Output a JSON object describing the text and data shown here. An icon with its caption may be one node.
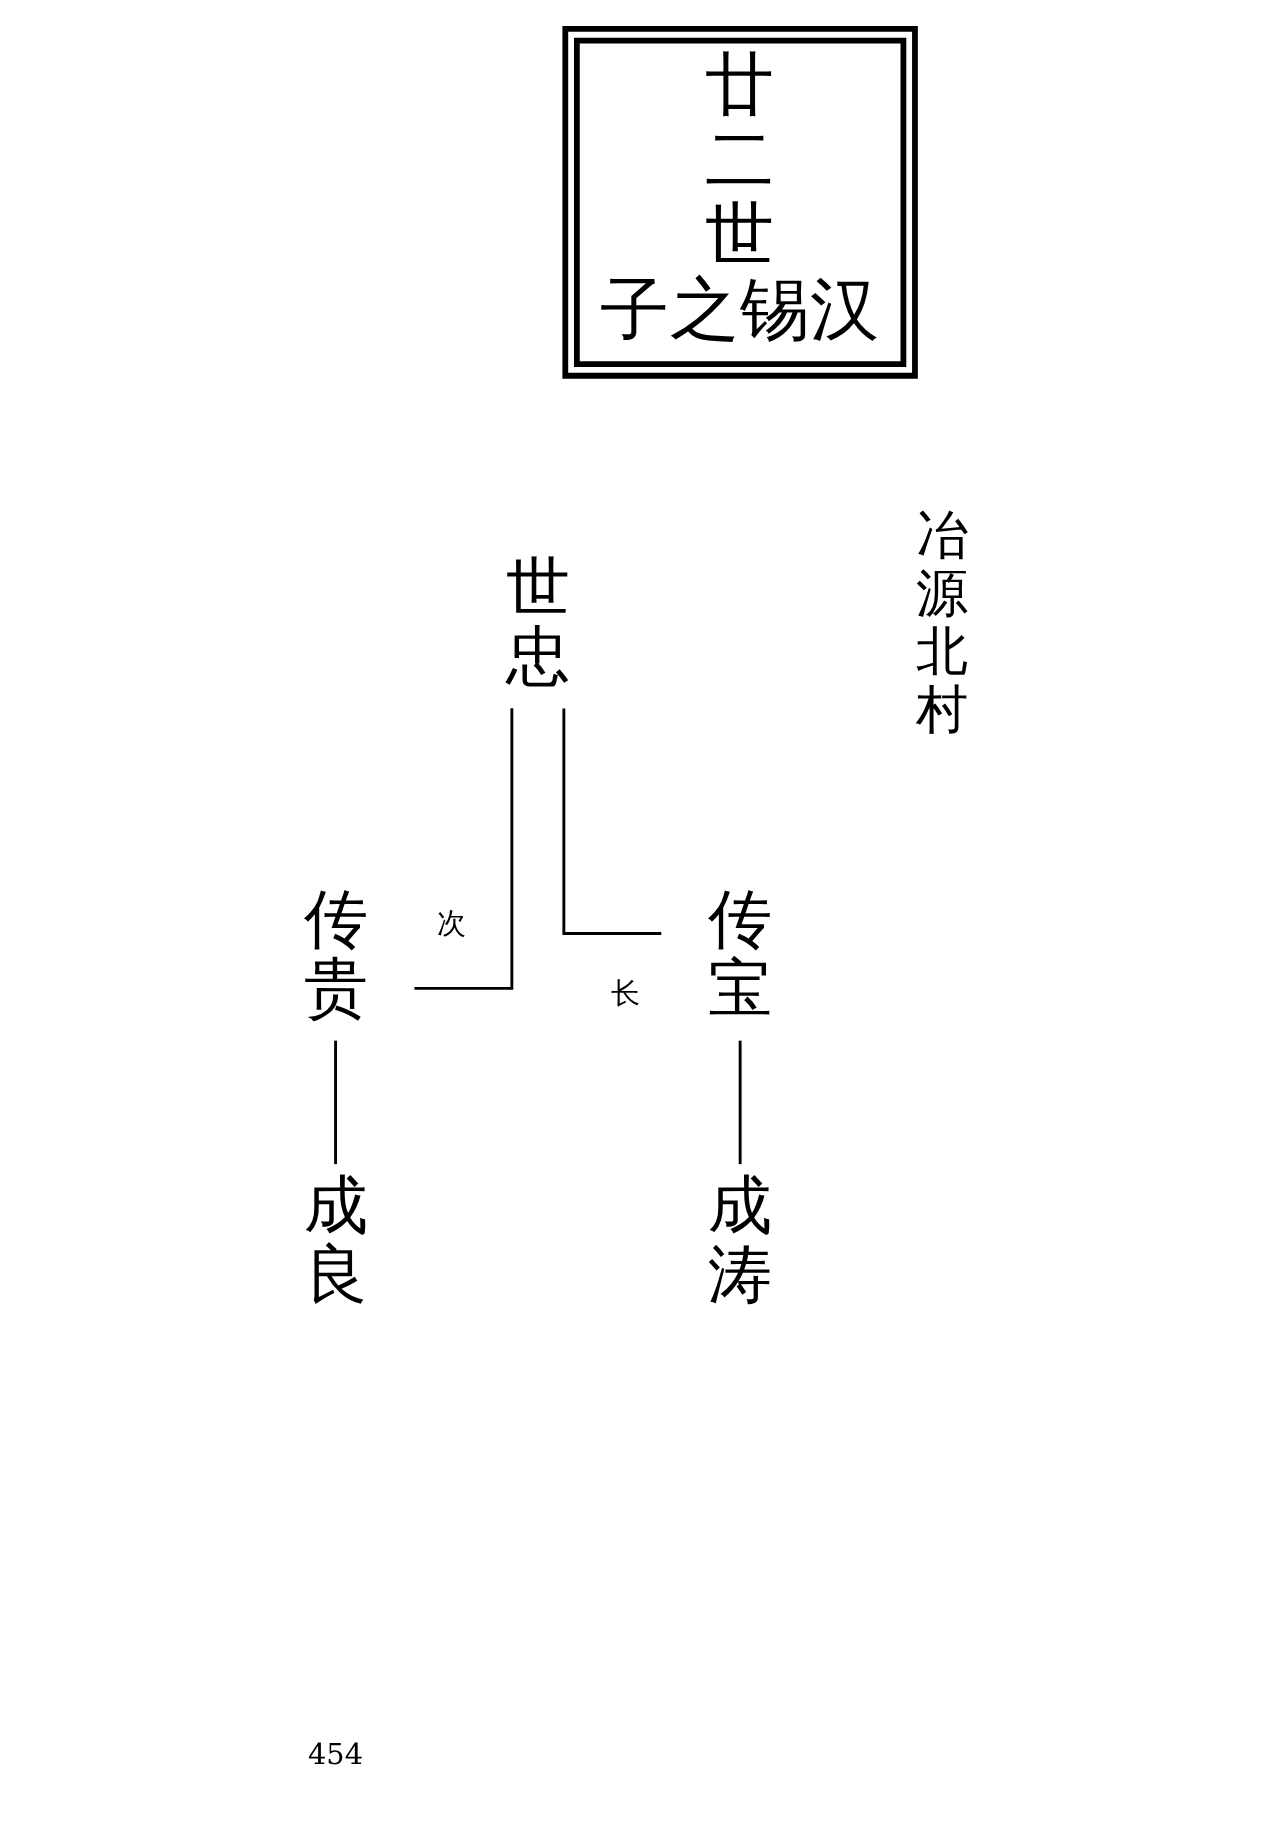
{
  "diagram": {
    "nodes": [
      {
        "text": [
          "廿二世",
          "子之锡汉"
        ]
      },
      {
        "text": [
          "世忠"
        ]
      },
      {
        "text": [
          "传贵"
        ]
      },
      {
        "text": [
          "传宝"
        ]
      },
      {
        "text": [
          "成良"
        ]
      },
      {
        "text": [
          "成涛"
        ]
      }
    ],
    "edges": [
      {
        "from": 1,
        "to": 2,
        "arrow": "none",
        "label": "次"
      },
      {
        "from": 1,
        "to": 3,
        "arrow": "none",
        "label": "长"
      },
      {
        "from": 2,
        "to": 4,
        "arrow": "none"
      },
      {
        "from": 3,
        "to": 5,
        "arrow": "none"
      }
    ],
    "labels": [
      "冶源北村",
      "454"
    ]
  }
}
